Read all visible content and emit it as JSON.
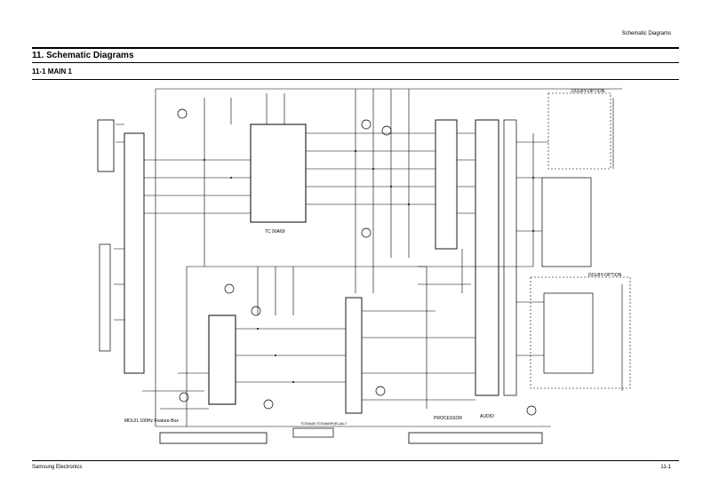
{
  "header": {
    "section_label": "Schematic Diagrams"
  },
  "title": {
    "section": "11. Schematic Diagrams",
    "subsection": "11-1 MAIN 1"
  },
  "schematic": {
    "labels": {
      "dolby_top": "DOLBY-OPTION",
      "dolby_mid": "DOLBY-OPTION",
      "mdl_box": "MDL01 100Hz Feature-Box",
      "processor": "PROCESSOR",
      "audio": "AUDIO",
      "tc_main": "TC 90A69",
      "tc_bottom": "TC90A69 TC90A69F(EL)AL7"
    }
  },
  "footer": {
    "company": "Samsung Electronics",
    "page": "11-1"
  }
}
